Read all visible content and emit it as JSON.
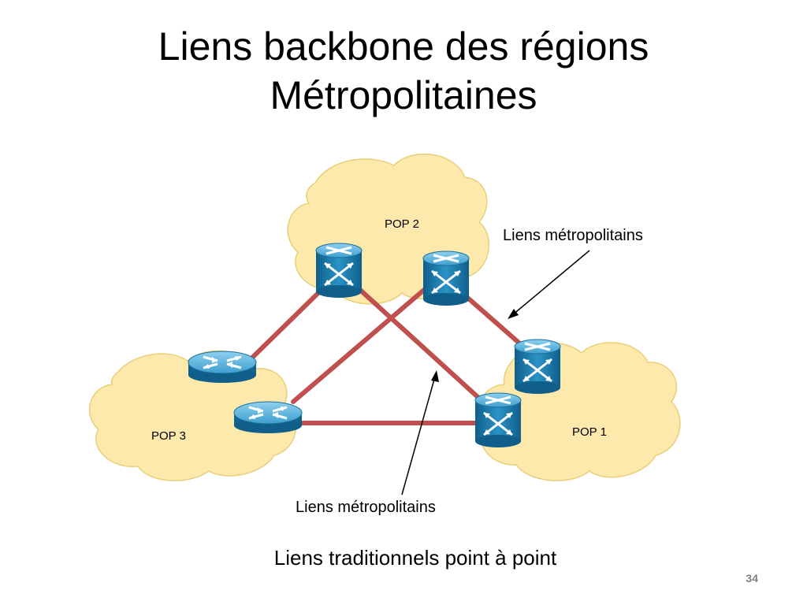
{
  "title": {
    "line1": "Liens backbone des régions",
    "line2": "Métropolitaines"
  },
  "diagram": {
    "pops": [
      {
        "id": "pop2",
        "label": "POP 2"
      },
      {
        "id": "pop3",
        "label": "POP 3"
      },
      {
        "id": "pop1",
        "label": "POP 1"
      }
    ],
    "annotations": {
      "top_right": "Liens métropolitains",
      "bottom": "Liens métropolitains"
    }
  },
  "caption": "Liens traditionnels point à point",
  "page_number": "34",
  "colors": {
    "cloud_fill": "#fde9ac",
    "cloud_stroke": "#e8cf7a",
    "link": "#c0504d",
    "device": "#1d7fb0",
    "device_top": "#4aa8d4"
  }
}
